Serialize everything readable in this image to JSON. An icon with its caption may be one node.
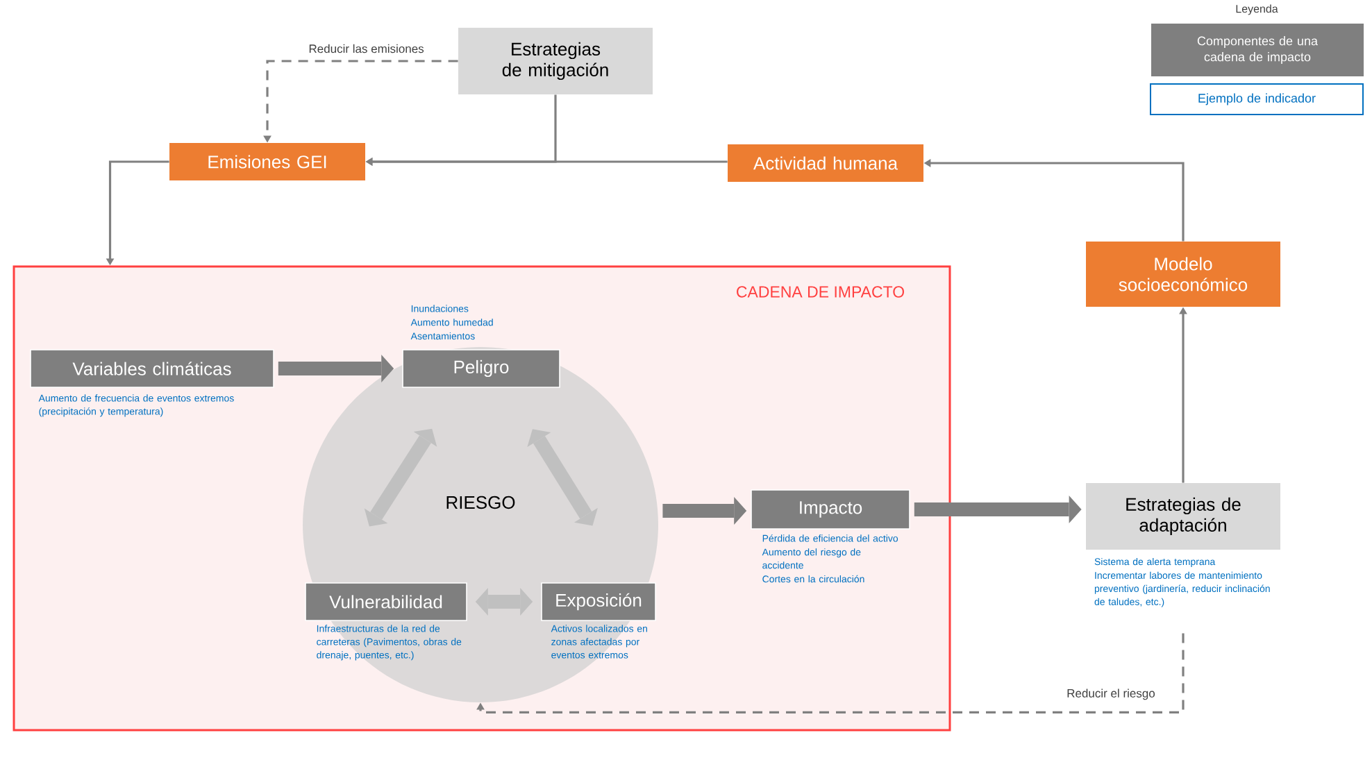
{
  "diagram": {
    "nodes": [
      {
        "text": [
          "Estrategias de mitigación"
        ]
      },
      {
        "text": [
          "Emisiones GEI"
        ]
      },
      {
        "text": [
          "Actividad humana"
        ]
      },
      {
        "text": [
          "Modelo socioeconómico"
        ]
      },
      {
        "text": [
          "CADENA DE IMPACTO"
        ]
      },
      {
        "text": [
          "Variables climáticas"
        ],
        "in": 4,
        "beside": [
          "Aumento de frecuencia de eventos extremos (precipitación y temperatura)"
        ]
      },
      {
        "text": [
          "RIESGO"
        ],
        "in": 4
      },
      {
        "text": [
          "Peligro"
        ],
        "in": 6,
        "beside": [
          "Inundaciones",
          "Aumento humedad",
          "Asentamientos"
        ]
      },
      {
        "text": [
          "Impacto"
        ],
        "in": 4,
        "beside": [
          "Pérdida de eficiencia del activo",
          "Aumento del riesgo de accidente",
          "Cortes en la circulación"
        ]
      },
      {
        "text": [
          "Vulnerabilidad"
        ],
        "in": 6,
        "beside": [
          "Infraestructuras de la red de carreteras (Pavimentos, obras de drenaje, puentes, etc.)"
        ]
      },
      {
        "text": [
          "Exposición"
        ],
        "in": 6,
        "beside": [
          "Activos localizados en zonas afectadas por eventos extremos"
        ]
      },
      {
        "text": [
          "Estrategias de adaptación"
        ],
        "beside": [
          "Sistema de alerta temprana",
          "Incrementar labores de mantenimiento preventivo (jardinería, reducir inclinación de taludes, etc.)"
        ]
      }
    ],
    "edges": [
      {
        "from": 0,
        "to": 1,
        "arrow": "to",
        "style": "dashed",
        "label": "Reducir las emisiones"
      },
      {
        "from": 0,
        "to": 1,
        "arrow": "to"
      },
      {
        "from": 2,
        "to": 1,
        "arrow": "to"
      },
      {
        "from": 1,
        "to": 4,
        "arrow": "to"
      },
      {
        "from": 3,
        "to": 2,
        "arrow": "to"
      },
      {
        "from": 11,
        "to": 3,
        "arrow": "to"
      },
      {
        "from": 11,
        "to": 6,
        "arrow": "to",
        "style": "dashed",
        "label": "Reducir el riesgo"
      },
      {
        "from": 5,
        "to": 7,
        "arrow": "to",
        "style": "thick"
      },
      {
        "from": 7,
        "to": 9,
        "arrow": "both",
        "style": "thick",
        "color": "#c0c0c0"
      },
      {
        "from": 7,
        "to": 10,
        "arrow": "both",
        "style": "thick",
        "color": "#c0c0c0"
      },
      {
        "from": 9,
        "to": 10,
        "arrow": "both",
        "style": "thick",
        "color": "#c0c0c0"
      },
      {
        "from": 6,
        "to": 8,
        "arrow": "to",
        "style": "thick"
      },
      {
        "from": 8,
        "to": 11,
        "arrow": "to",
        "style": "thick"
      }
    ],
    "labels": [
      "Leyenda"
    ],
    "legend": [
      {
        "text": "Componentes de una cadena de impacto",
        "color": "#7f7f7f"
      },
      {
        "text": "Ejemplo de indicador"
      }
    ]
  }
}
